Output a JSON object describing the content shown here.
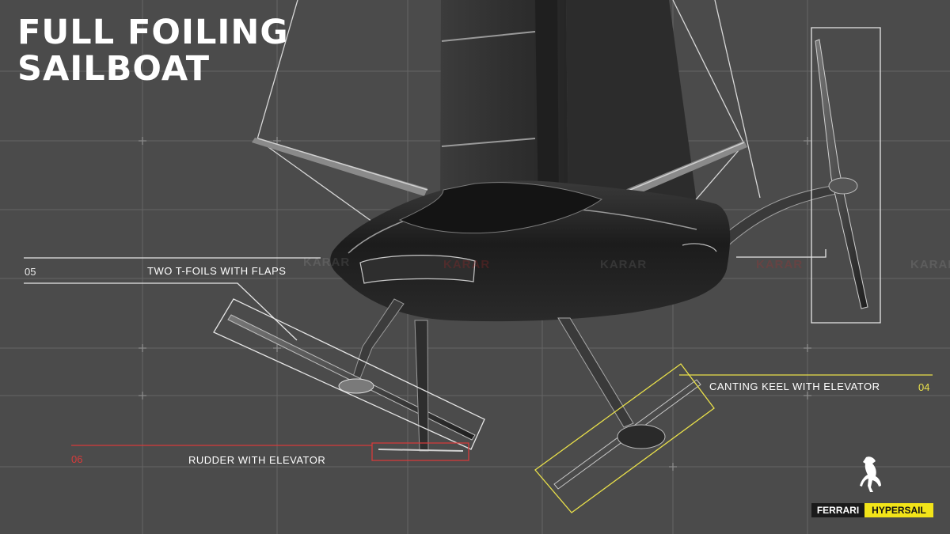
{
  "title": {
    "line1": "FULL FOILING",
    "line2": "SAILBOAT"
  },
  "labels": {
    "t_foils": {
      "number": "05",
      "text": "TWO T-FOILS WITH FLAPS"
    },
    "keel": {
      "number": "04",
      "text": "CANTING KEEL WITH ELEVATOR"
    },
    "rudder": {
      "number": "06",
      "text": "RUDDER WITH ELEVATOR"
    }
  },
  "watermark": {
    "text": "KARAR"
  },
  "brand": {
    "ferrari": "FERRARI",
    "hypersail": "HYPERSAIL"
  },
  "colors": {
    "background": "#4b4b4b",
    "grid": "#676767",
    "hull": "#1e1e1e",
    "callout_white": "#e6e6e6",
    "callout_yellow": "#e9e04a",
    "callout_red": "#d63b3b",
    "brand_yellow": "#f2e419"
  },
  "icons": {
    "logo": "prancing-horse-icon"
  }
}
